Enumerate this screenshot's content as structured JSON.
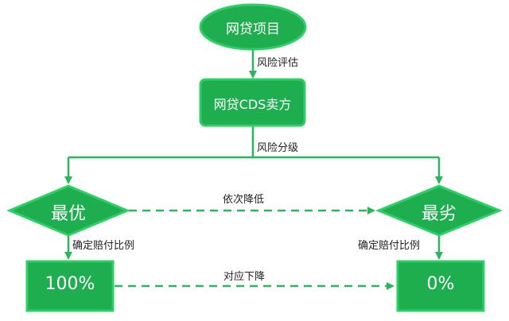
{
  "nodes": {
    "project": "网贷项目",
    "seller": "网贷CDS卖方",
    "best": "最优",
    "worst": "最劣",
    "full": "100%",
    "zero": "0%"
  },
  "edges": {
    "risk_eval": "风险评估",
    "risk_grade": "风险分级",
    "decrease": "依次降低",
    "ratio_left": "确定赔付比例",
    "ratio_right": "确定赔付比例",
    "decline": "对应下降"
  },
  "colors": {
    "fill": "#1fae4f",
    "stroke": "#2ecf66",
    "line": "#2db55d"
  }
}
